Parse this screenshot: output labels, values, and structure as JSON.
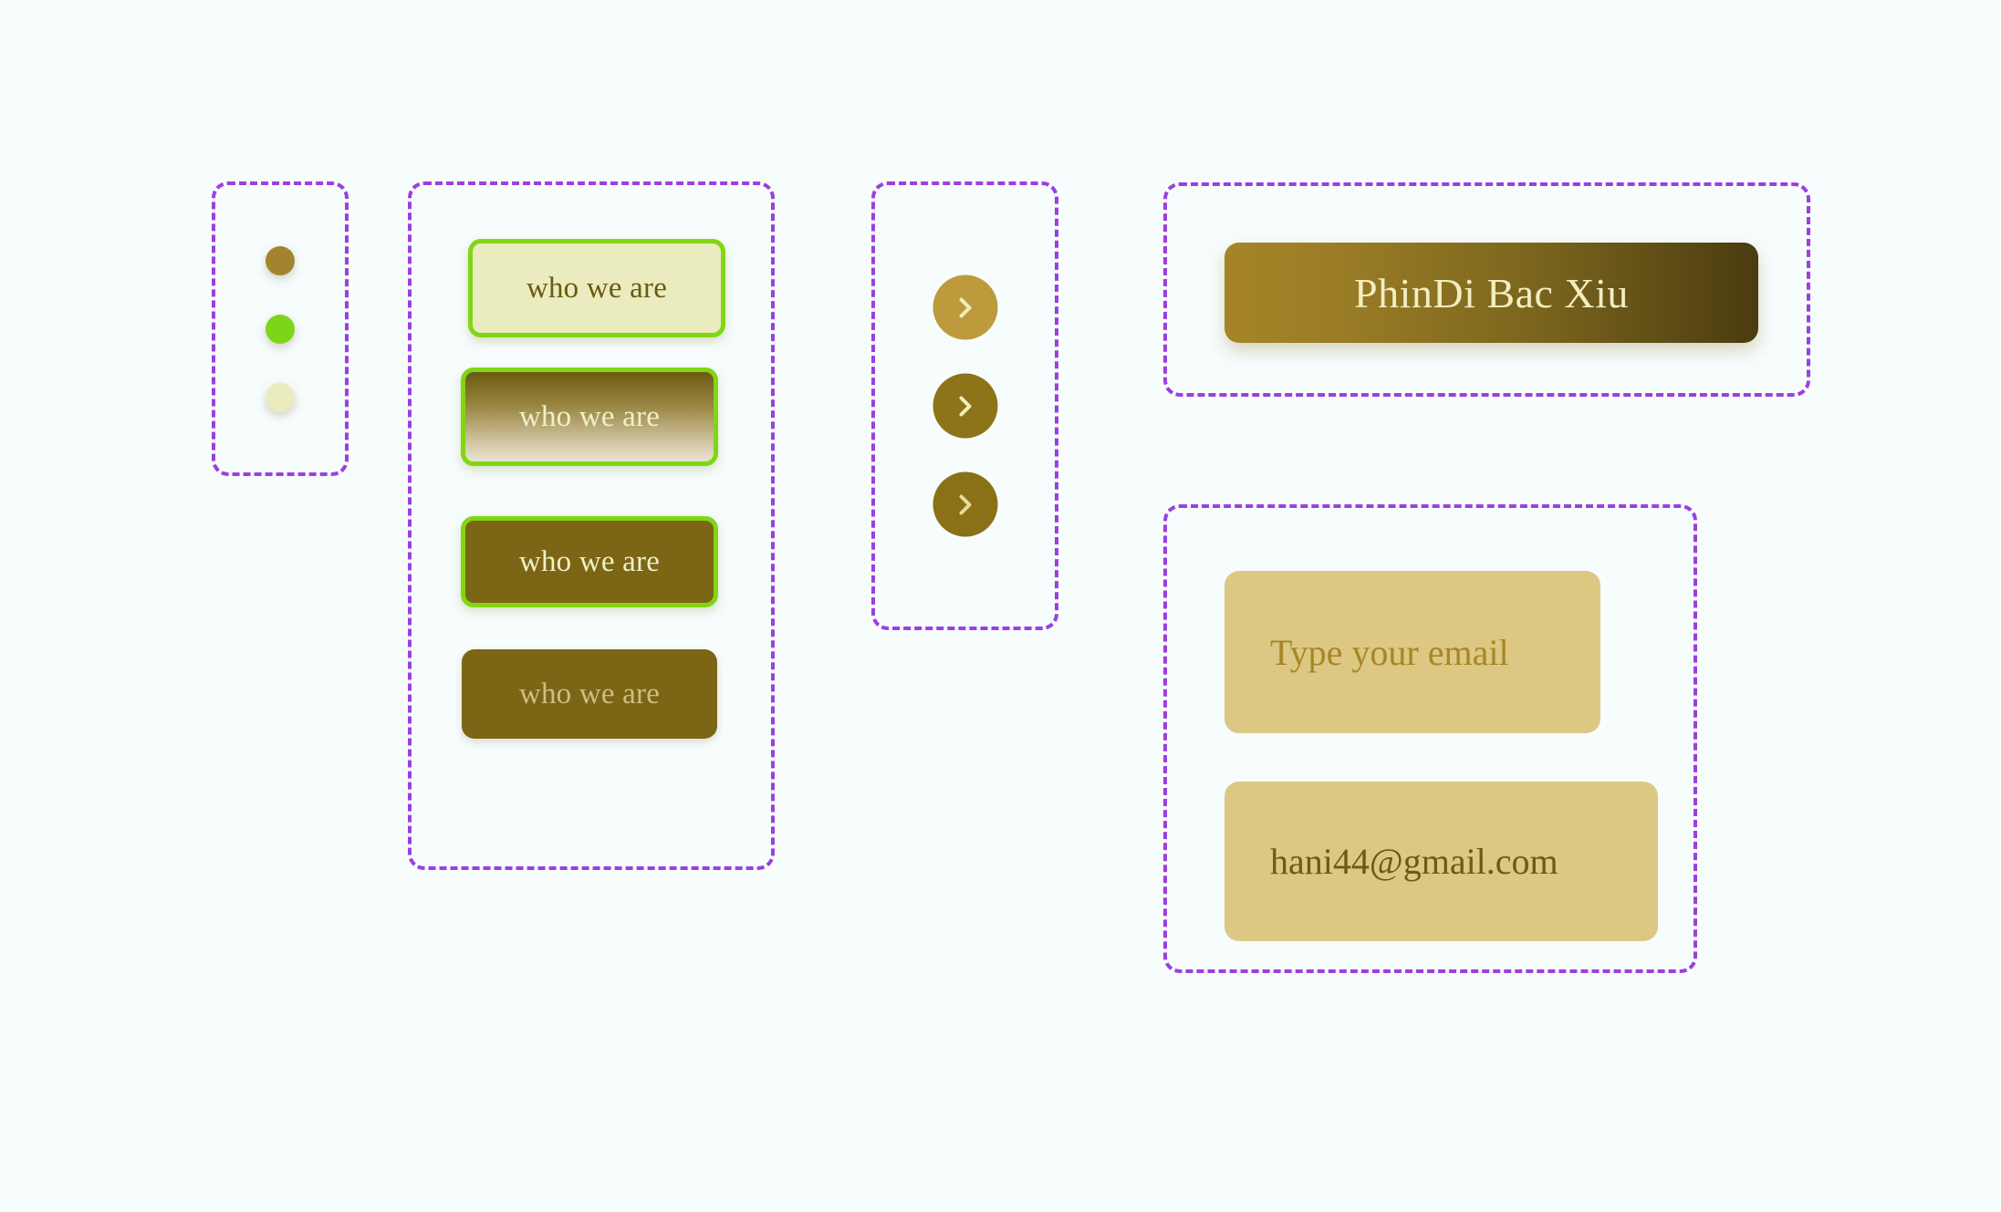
{
  "page": {
    "background_color": "#f7fcfd",
    "annotation_border_color": "#9b3fe0"
  },
  "swatches": {
    "group_label": "color-swatches",
    "items": [
      {
        "name": "swatch-primary-gold",
        "color": "#a4832e"
      },
      {
        "name": "swatch-accent-green",
        "color": "#7dd51a"
      },
      {
        "name": "swatch-surface-cream",
        "color": "#eaecc0"
      }
    ]
  },
  "buttons": {
    "group_label": "who-we-are-button-states",
    "accent_border_color": "#81d613",
    "items": [
      {
        "label": "who we are",
        "state": "default"
      },
      {
        "label": "who we are",
        "state": "gradient"
      },
      {
        "label": "who we are",
        "state": "filled"
      },
      {
        "label": "who we are",
        "state": "disabled"
      }
    ]
  },
  "chevrons": {
    "group_label": "chevron-icon-button-states",
    "items": [
      {
        "icon": "chevron-right-icon",
        "background": "#bd9b3c"
      },
      {
        "icon": "chevron-right-icon",
        "background": "#8e7418"
      },
      {
        "icon": "chevron-right-icon",
        "background": "#8a7016"
      }
    ]
  },
  "banner": {
    "group_label": "brand-title-banner",
    "title": "PhinDi Bac Xiu"
  },
  "email": {
    "group_label": "email-input-states",
    "placeholder": "Type your email",
    "value": "hani44@gmail.com"
  }
}
